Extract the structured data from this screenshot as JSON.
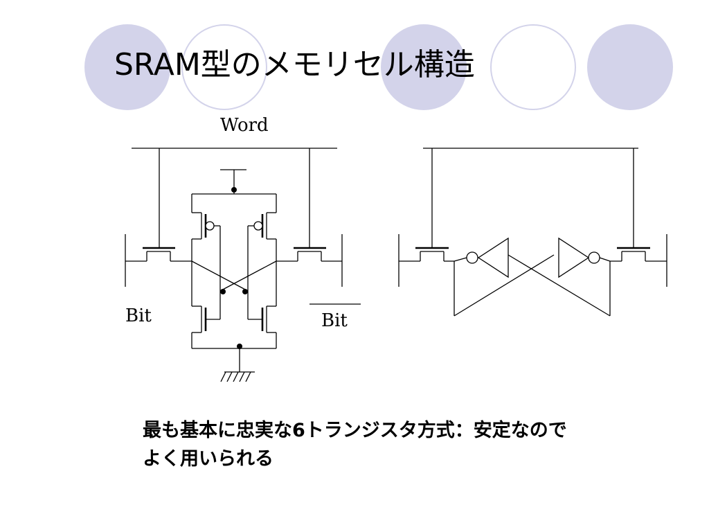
{
  "slide": {
    "title": "SRAM型のメモリセル構造",
    "caption_line1": "最も基本に忠実な6トランジスタ方式：安定なので",
    "caption_line2": "よく用いられる"
  },
  "diagram": {
    "word_label": "Word",
    "bit_label": "Bit",
    "bit_bar_label": "Bit"
  },
  "colors": {
    "decor_fill": "#d3d3ea",
    "line": "#000000",
    "background": "#ffffff"
  }
}
